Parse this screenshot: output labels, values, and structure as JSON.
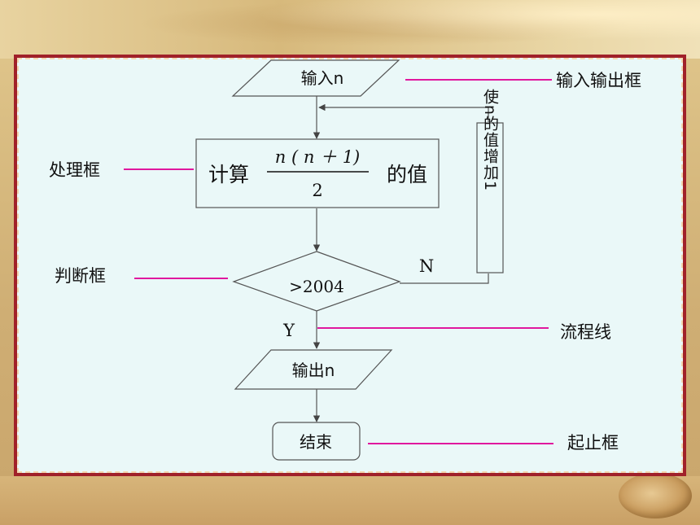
{
  "nodes": {
    "input": "输入n",
    "process_prefix": "计算",
    "process_numerator": "n ( n ＋ 1)",
    "process_denominator": "2",
    "process_suffix": "的值",
    "decision": ">2004",
    "output": "输出n",
    "terminal": "结束",
    "loop_box": "使n的值增加1"
  },
  "branch_labels": {
    "no": "N",
    "yes": "Y"
  },
  "annotations": {
    "io_box": "输入输出框",
    "process_box": "处理框",
    "decision_box": "判断框",
    "flow_line": "流程线",
    "terminal_box": "起止框"
  },
  "colors": {
    "annotation_line": "#e0189e",
    "frame": "#a0212a",
    "panel": "#eaf8f8",
    "box_border": "#555555"
  }
}
